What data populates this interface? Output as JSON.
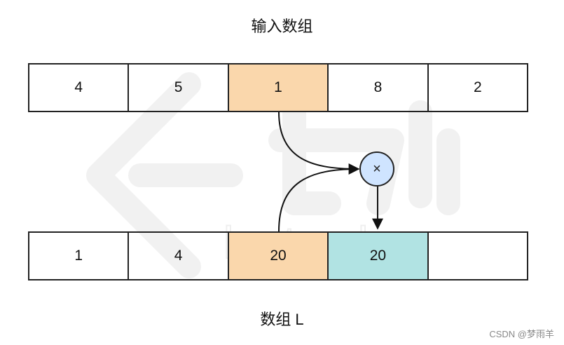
{
  "top_label": "输入数组",
  "bottom_label": "数组 L",
  "input_array": [
    {
      "value": "4",
      "highlight": "none"
    },
    {
      "value": "5",
      "highlight": "none"
    },
    {
      "value": "1",
      "highlight": "orange"
    },
    {
      "value": "8",
      "highlight": "none"
    },
    {
      "value": "2",
      "highlight": "none"
    }
  ],
  "output_array": [
    {
      "value": "1",
      "highlight": "none"
    },
    {
      "value": "4",
      "highlight": "none"
    },
    {
      "value": "20",
      "highlight": "orange"
    },
    {
      "value": "20",
      "highlight": "teal"
    },
    {
      "value": "",
      "highlight": "none"
    }
  ],
  "operator_symbol": "×",
  "colors": {
    "orange": "#fad7ac",
    "teal": "#b1e3e3",
    "operator_fill": "#cfe4ff"
  },
  "watermark_text": "leetcode",
  "credit": "CSDN @梦雨羊"
}
